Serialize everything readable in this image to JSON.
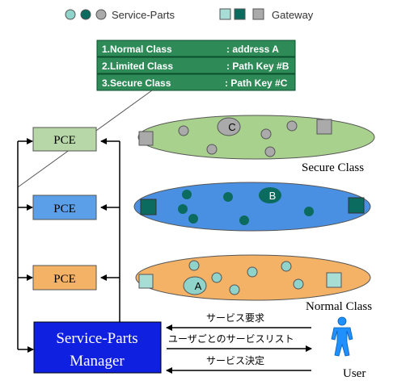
{
  "legend": {
    "service_parts_label": "Service-Parts",
    "gateway_label": "Gateway"
  },
  "class_table": {
    "rows": [
      {
        "name": "1.Normal Class",
        "value": ": address A"
      },
      {
        "name": "2.Limited Class",
        "value": ": Path Key #B"
      },
      {
        "name": "3.Secure Class",
        "value": ": Path Key #C"
      }
    ]
  },
  "pce": {
    "top_label": "PCE",
    "middle_label": "PCE",
    "bottom_label": "PCE"
  },
  "layers": {
    "secure": {
      "label": "Secure Class",
      "badge": "C"
    },
    "limited": {
      "badge": "B"
    },
    "normal": {
      "label": "Normal Class",
      "badge": "A"
    }
  },
  "manager": {
    "line1": "Service-Parts",
    "line2": "Manager"
  },
  "messages": {
    "request": "サービス要求",
    "list": "ユーザごとのサービスリスト",
    "decision": "サービス決定"
  },
  "user": {
    "label": "User"
  },
  "colors": {
    "table_fill": "#2e8b57",
    "secure_fill": "#a9d18e",
    "limited_fill": "#4a90e2",
    "normal_fill": "#f4b266",
    "teal": "#2aa198",
    "dark_teal": "#0b6b5e",
    "manager_fill": "#1020e0",
    "user_icon": "#1e90ff"
  }
}
